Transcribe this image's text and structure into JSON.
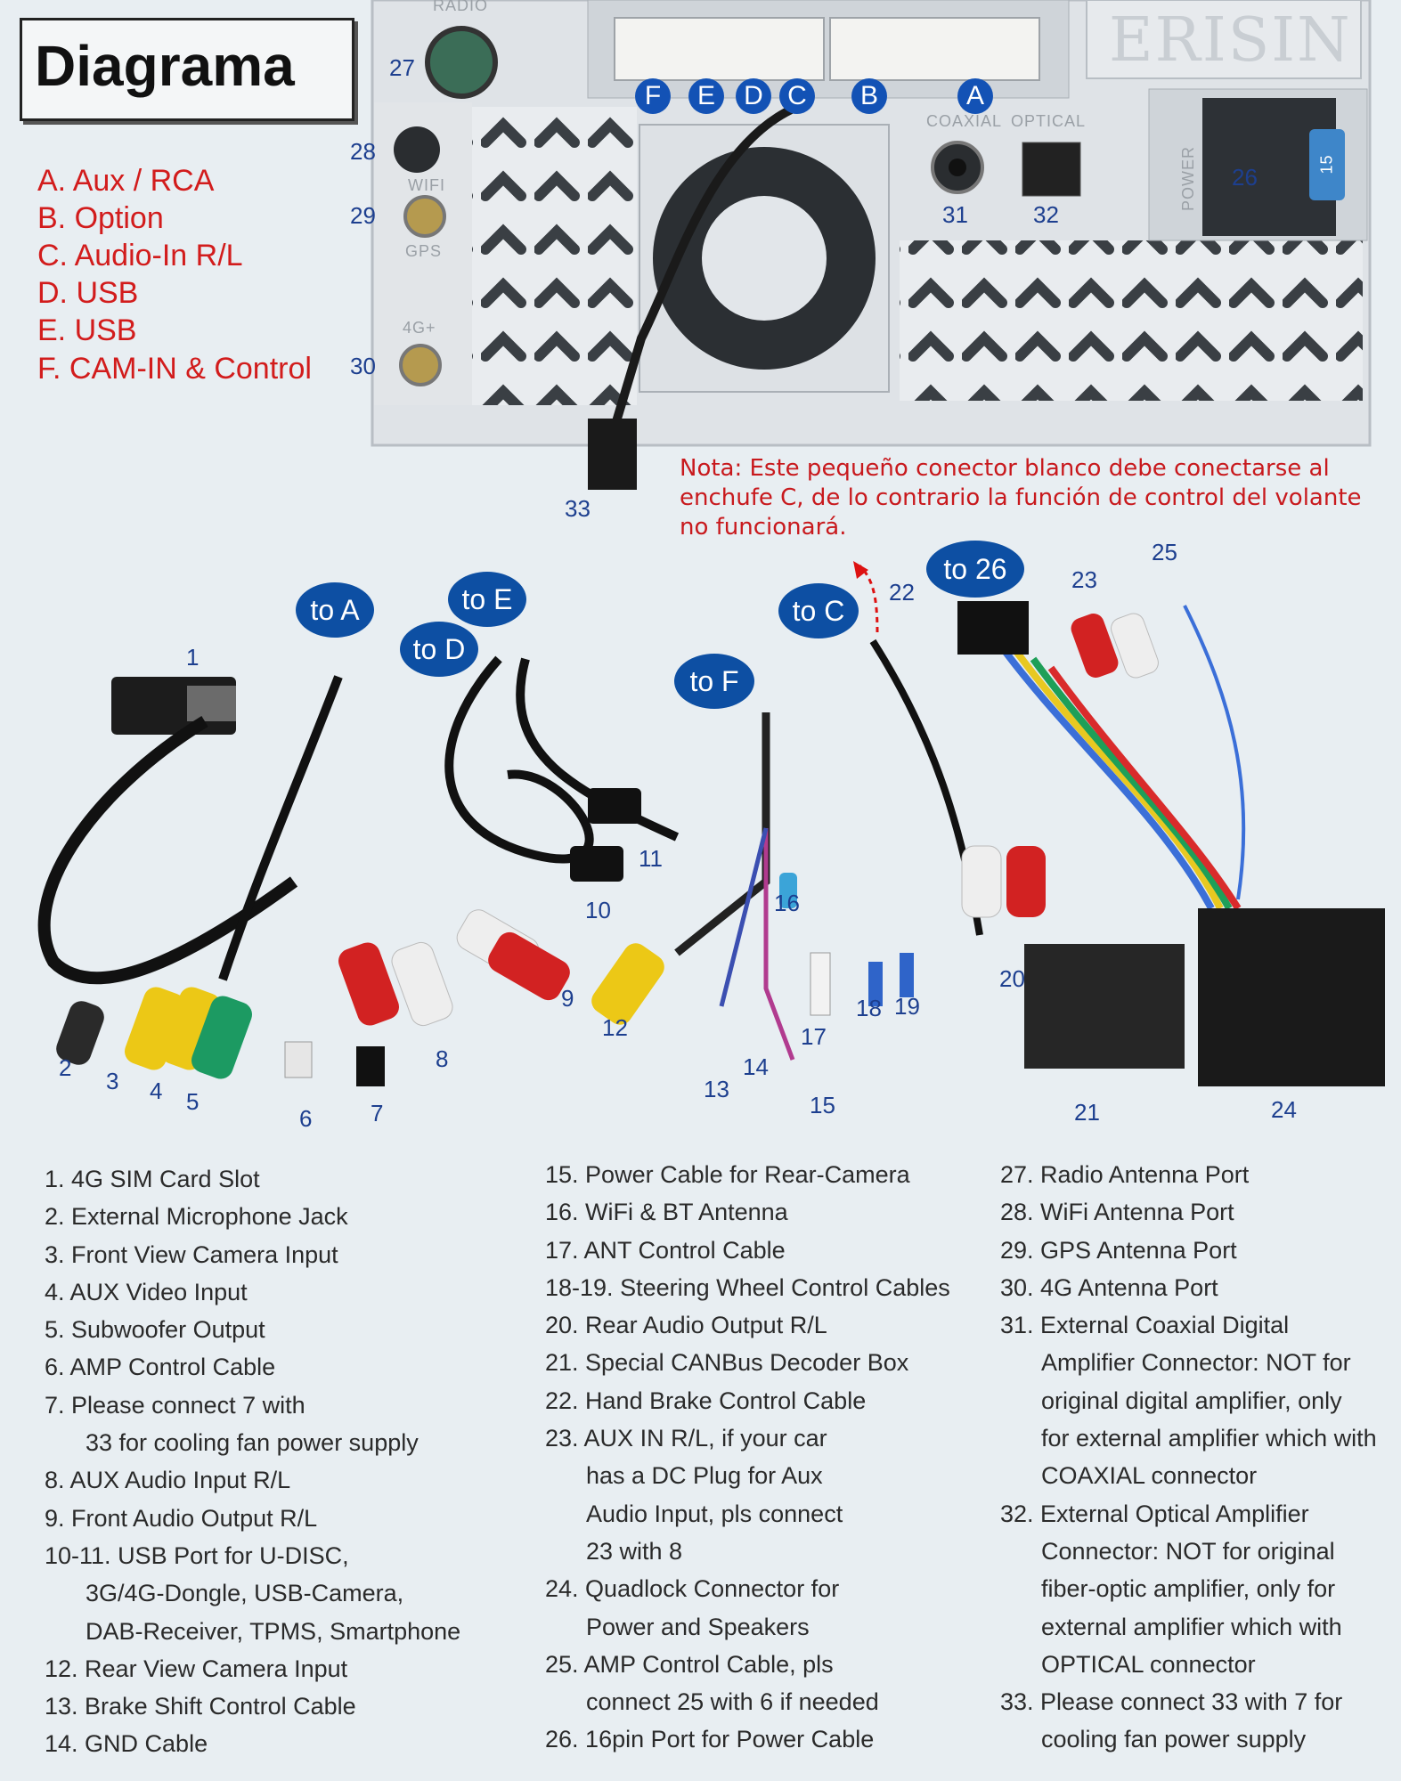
{
  "title": "Diagrama",
  "legend": [
    "A. Aux / RCA",
    "B. Option",
    "C. Audio-In R/L",
    "D. USB",
    "E. USB",
    "F. CAM-IN & Control"
  ],
  "note": "Nota: Este pequeño conector blanco debe conectarse al enchufe C, de lo contrario la función de control del volante no funcionará.",
  "brand": "ERISIN",
  "port_labels": {
    "radio": "RADIO",
    "wifi": "WIFI",
    "gps": "GPS",
    "four_g": "4G+",
    "coaxial": "COAXIAL",
    "optical": "OPTICAL",
    "power": "POWER",
    "fuse": "15"
  },
  "connector_letters": [
    "F",
    "E",
    "D",
    "C",
    "B",
    "A"
  ],
  "callouts": {
    "to_a": "to A",
    "to_e": "to E",
    "to_d": "to D",
    "to_f": "to F",
    "to_c": "to C",
    "to_26": "to 26"
  },
  "numbers": {
    "n1": "1",
    "n2": "2",
    "n3": "3",
    "n4": "4",
    "n5": "5",
    "n6": "6",
    "n7": "7",
    "n8": "8",
    "n9": "9",
    "n10": "10",
    "n11": "11",
    "n12": "12",
    "n13": "13",
    "n14": "14",
    "n15": "15",
    "n16": "16",
    "n17": "17",
    "n18": "18",
    "n19": "19",
    "n20": "20",
    "n21": "21",
    "n22": "22",
    "n23": "23",
    "n24": "24",
    "n25": "25",
    "n26": "26",
    "n27": "27",
    "n28": "28",
    "n29": "29",
    "n30": "30",
    "n31": "31",
    "n32": "32",
    "n33": "33"
  },
  "list_col1": [
    {
      "n": "1.",
      "t": "4G SIM Card Slot"
    },
    {
      "n": "2.",
      "t": "External Microphone Jack"
    },
    {
      "n": "3.",
      "t": "Front View Camera Input"
    },
    {
      "n": "4.",
      "t": "AUX Video Input"
    },
    {
      "n": "5.",
      "t": "Subwoofer Output"
    },
    {
      "n": "6.",
      "t": "AMP Control Cable"
    },
    {
      "n": "7.",
      "t": "Please connect 7 with"
    },
    {
      "n": "",
      "t": "33 for cooling fan power supply"
    },
    {
      "n": "8.",
      "t": "AUX Audio Input R/L"
    },
    {
      "n": "9.",
      "t": "Front Audio Output R/L"
    },
    {
      "n": "10-11.",
      "t": "USB Port for U-DISC,"
    },
    {
      "n": "",
      "t": "3G/4G-Dongle, USB-Camera,"
    },
    {
      "n": "",
      "t": "DAB-Receiver, TPMS, Smartphone"
    },
    {
      "n": "12.",
      "t": "Rear View Camera Input"
    },
    {
      "n": "13.",
      "t": "Brake Shift Control Cable"
    },
    {
      "n": "14.",
      "t": "GND Cable"
    }
  ],
  "list_col2": [
    {
      "n": "15.",
      "t": "Power Cable for Rear-Camera"
    },
    {
      "n": "16.",
      "t": "WiFi & BT Antenna"
    },
    {
      "n": "17.",
      "t": "ANT Control Cable"
    },
    {
      "n": "18-19.",
      "t": "Steering Wheel Control Cables"
    },
    {
      "n": "20.",
      "t": "Rear Audio Output R/L"
    },
    {
      "n": "21.",
      "t": "Special CANBus Decoder Box"
    },
    {
      "n": "22.",
      "t": "Hand Brake Control Cable"
    },
    {
      "n": "23.",
      "t": "AUX IN R/L, if your car"
    },
    {
      "n": "",
      "t": "has a DC Plug for Aux"
    },
    {
      "n": "",
      "t": "Audio Input, pls connect"
    },
    {
      "n": "",
      "t": "23 with 8"
    },
    {
      "n": "24.",
      "t": "Quadlock Connector for"
    },
    {
      "n": "",
      "t": "Power and Speakers"
    },
    {
      "n": "25.",
      "t": "AMP Control Cable, pls"
    },
    {
      "n": "",
      "t": "connect 25 with 6 if needed"
    },
    {
      "n": "26.",
      "t": "16pin Port for Power Cable"
    }
  ],
  "list_col3": [
    {
      "n": "27.",
      "t": "Radio Antenna Port"
    },
    {
      "n": "28.",
      "t": "WiFi Antenna Port"
    },
    {
      "n": "29.",
      "t": "GPS Antenna Port"
    },
    {
      "n": "30.",
      "t": "4G Antenna Port"
    },
    {
      "n": "31.",
      "t": "External Coaxial Digital"
    },
    {
      "n": "",
      "t": "Amplifier Connector: NOT for"
    },
    {
      "n": "",
      "t": "original digital amplifier, only"
    },
    {
      "n": "",
      "t": "for external amplifier which with"
    },
    {
      "n": "",
      "t": "COAXIAL connector"
    },
    {
      "n": "32.",
      "t": "External Optical Amplifier"
    },
    {
      "n": "",
      "t": "Connector: NOT for original"
    },
    {
      "n": "",
      "t": "fiber-optic amplifier, only for"
    },
    {
      "n": "",
      "t": "external amplifier which with"
    },
    {
      "n": "",
      "t": "OPTICAL connector"
    },
    {
      "n": "33.",
      "t": "Please connect 33 with 7 for"
    },
    {
      "n": "",
      "t": "cooling fan power supply"
    }
  ]
}
